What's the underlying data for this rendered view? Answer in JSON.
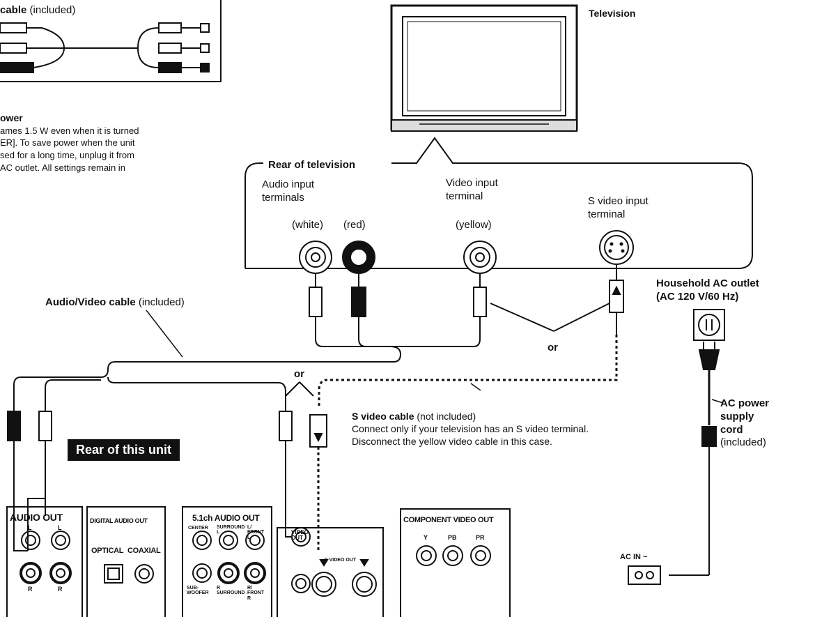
{
  "top_left": {
    "cable_label_bold": "cable",
    "cable_label_rest": "(included)"
  },
  "power_note": {
    "heading": "ower",
    "lines": [
      "ames 1.5 W even when it is turned",
      "ER]. To save power when the unit",
      "sed for a long time, unplug it from",
      "AC outlet. All settings remain in"
    ]
  },
  "television": {
    "label": "Television"
  },
  "rear_tv": {
    "title": "Rear of television",
    "audio_input_lines": [
      "Audio input",
      "terminals"
    ],
    "white": "(white)",
    "red": "(red)",
    "video_input_lines": [
      "Video input",
      "terminal"
    ],
    "yellow": "(yellow)",
    "s_video_input_lines": [
      "S video input",
      "terminal"
    ]
  },
  "av_cable": {
    "bold": "Audio/Video cable",
    "rest": "(included)"
  },
  "or_1": "or",
  "or_2": "or",
  "outlet": {
    "line1": "Household AC outlet",
    "line2": "(AC 120 V/60 Hz)"
  },
  "s_video_cable": {
    "bold": "S video cable",
    "rest": "(not included)",
    "line2": "Connect only if your television has an S video terminal.",
    "line3": "Disconnect the yellow video cable in this case."
  },
  "ac_cord": {
    "line1": "AC power",
    "line2": "supply",
    "line3": "cord",
    "line4": "(included)"
  },
  "rear_unit": {
    "label": "Rear of this unit"
  },
  "audio_out": {
    "title": "AUDIO OUT",
    "l": "L",
    "r": "R"
  },
  "digital_audio_out": {
    "title": "DIGITAL AUDIO OUT",
    "optical": "OPTICAL",
    "coaxial": "COAXIAL"
  },
  "ch51": {
    "title": "5.1ch AUDIO OUT",
    "center": "CENTER",
    "surround_l": "SURROUND L",
    "lfront_l": "L/ FRONT L",
    "subwoofer": "SUB- WOOFER",
    "r_surround": "R SURROUND",
    "rfront_r": "R/ FRONT R"
  },
  "video_out": {
    "title_1": "VIDEO",
    "title_2": "OUT",
    "s_video_out": "S VIDEO OUT"
  },
  "component": {
    "title": "COMPONENT VIDEO OUT",
    "y": "Y",
    "pb": "PB",
    "pr": "PR"
  },
  "ac_in": {
    "label": "AC IN ~"
  }
}
